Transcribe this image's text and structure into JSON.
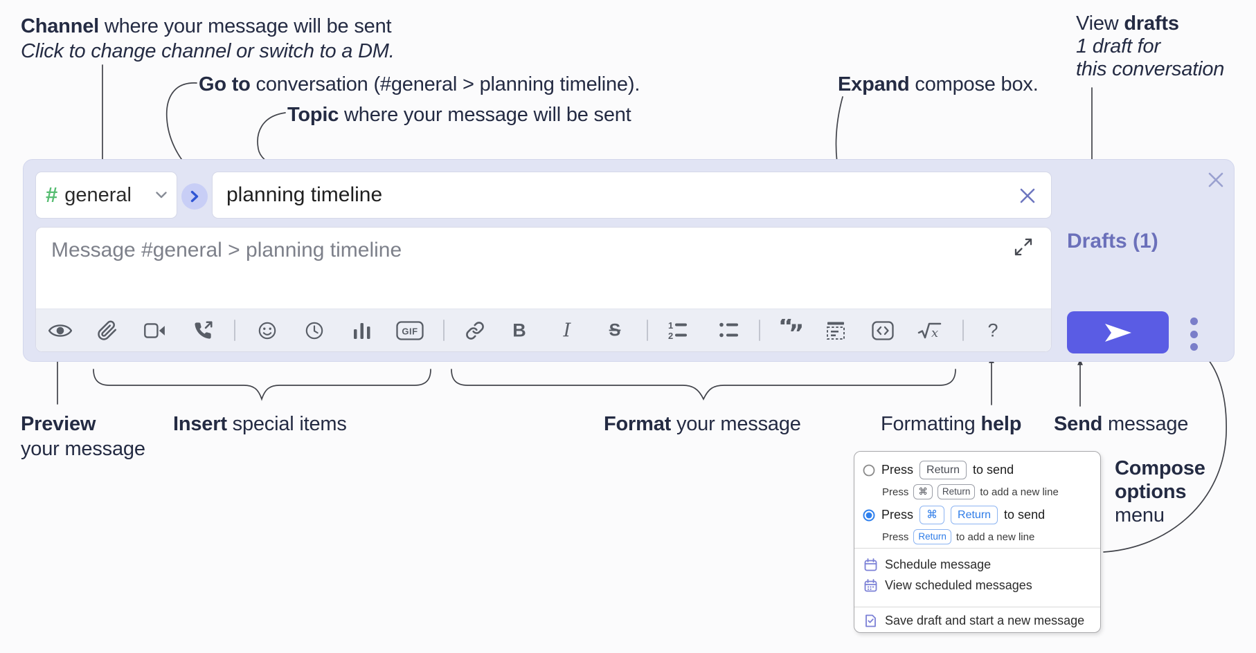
{
  "annotations": {
    "channel": {
      "bold": "Channel",
      "rest": " where your message will be sent",
      "line2": "Click to change channel or switch to a DM."
    },
    "goto": {
      "bold": "Go to",
      "rest": " conversation (#general > planning timeline)."
    },
    "topic": {
      "bold": "Topic",
      "rest": " where your message will be sent"
    },
    "expand": {
      "bold": "Expand",
      "rest": " compose box."
    },
    "view_drafts": {
      "pre": "View ",
      "bold": "drafts",
      "line2": "1 draft for",
      "line3": "this conversation"
    },
    "preview": {
      "bold": "Preview",
      "line2": "your message"
    },
    "insert": {
      "bold": "Insert",
      "rest": " special items"
    },
    "format": {
      "bold": "Format",
      "rest": " your message"
    },
    "help": {
      "pre": "Formatting ",
      "bold": "help"
    },
    "send": {
      "bold": "Send",
      "rest": " message"
    },
    "compose_options": {
      "bold1": "Compose",
      "bold2": "options",
      "line3": "menu"
    }
  },
  "compose": {
    "channel_hash": "#",
    "channel_name": "general",
    "topic_value": "planning timeline",
    "message_placeholder": "Message #general > planning timeline",
    "drafts_label": "Drafts (1)"
  },
  "toolbar": {
    "glyphs": {
      "gif": "GIF",
      "bold": "B",
      "italic": "I",
      "strike": "S",
      "quote_open": "“",
      "quote_close": "”",
      "ol1": "1",
      "ol2": "2",
      "sqrt_x": "x",
      "help": "?"
    }
  },
  "options_menu": {
    "option1": {
      "press": "Press",
      "key": "Return",
      "suffix": "to send",
      "sub_press": "Press",
      "sub_key1": "⌘",
      "sub_key2": "Return",
      "sub_suffix": "to add a new line"
    },
    "option2": {
      "press": "Press",
      "key1": "⌘",
      "key2": "Return",
      "suffix": "to send",
      "sub_press": "Press",
      "sub_key": "Return",
      "sub_suffix": "to add a new line"
    },
    "items": [
      {
        "label": "Schedule message"
      },
      {
        "label": "View scheduled messages"
      },
      {
        "label": "Save draft and start a new message"
      }
    ]
  },
  "colors": {
    "accent_send": "#5a5ce4",
    "lavender_bg": "#e1e4f4",
    "drafts_link": "#6b70ba",
    "hash_green": "#57bd72",
    "goto_blue": "#2f55d4",
    "menu_purple": "#7b80d6",
    "key_blue": "#2e7ce8",
    "annotation_text": "#242b43"
  }
}
